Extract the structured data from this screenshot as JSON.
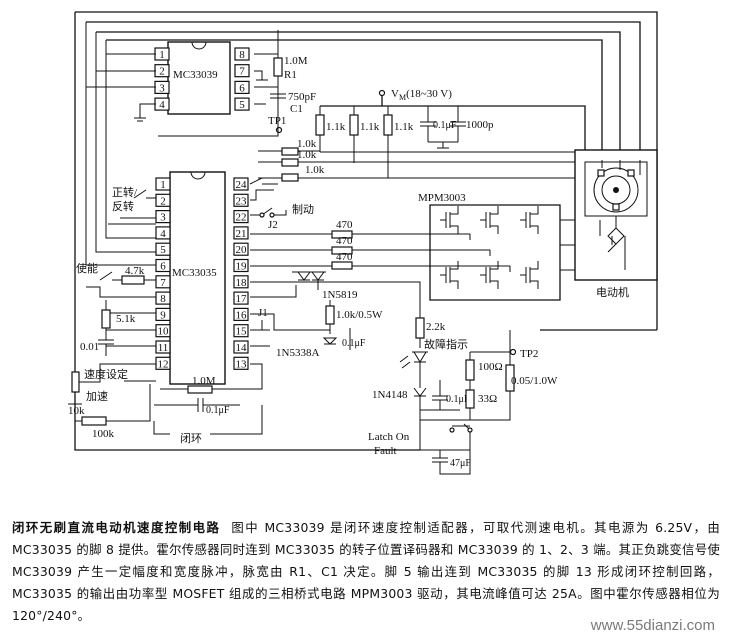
{
  "diagram": {
    "ic_mc33039": {
      "name": "MC33039",
      "left_pins": [
        "1",
        "2",
        "3",
        "4"
      ],
      "right_pins": [
        "8",
        "7",
        "6",
        "5"
      ]
    },
    "ic_mc33035": {
      "name": "MC33035",
      "left_pins": [
        "1",
        "2",
        "3",
        "4",
        "5",
        "6",
        "7",
        "8",
        "9",
        "10",
        "11",
        "12"
      ],
      "right_pins": [
        "24",
        "23",
        "22",
        "21",
        "20",
        "19",
        "18",
        "17",
        "16",
        "15",
        "14",
        "13"
      ]
    },
    "r1": {
      "value": "1.0M",
      "ref": "R1"
    },
    "c1": {
      "value": "750pF",
      "ref": "C1"
    },
    "tp1": "TP1",
    "supply": "V",
    "supply_sub": "M",
    "supply_range": "(18~30 V)",
    "pullups": [
      "1.1k",
      "1.1k",
      "1.1k"
    ],
    "cap_supply_small": "0.1μF",
    "cap_supply_big": "1000p",
    "hall_res": [
      "1.0k",
      "1.0k",
      "1.0k"
    ],
    "dir_label": [
      "正转/",
      "反转"
    ],
    "brake_label": "制动",
    "j2": "J2",
    "gate_res": [
      "470",
      "470",
      "470"
    ],
    "mpm": "MPM3003",
    "motor": "电动机",
    "enable_label": "使能",
    "r_47k": "4.7k",
    "diode_1n5819": "1N5819",
    "r_51k": "5.1k",
    "c_001": "0.01",
    "r_10k05": "1.0k/0.5W",
    "zener_1n5338": "1N5338A",
    "c_01uF": "0.1μF",
    "j1": "J1",
    "speed_set": "速度设定",
    "accel": "加速",
    "pot_10k": "10k",
    "r_10m": "1.0M",
    "c_01uF_b": "0.1μF",
    "r_100k": "100k",
    "closed_loop": "闭环",
    "r_22k": "2.2k",
    "fault_ind": "故障指示",
    "tp2": "TP2",
    "r_100": "100Ω",
    "r_sense": "0.05/1.0W",
    "d_1n4148": "1N4148",
    "c_01uF_c": "0.1μF",
    "r_33": "33Ω",
    "latch": [
      "Latch On",
      "Fault"
    ],
    "c_47uF": "47μF"
  },
  "caption": {
    "title": "闭环无刷直流电动机速度控制电路",
    "body": "图中 MC33039 是闭环速度控制适配器，可取代测速电机。其电源为 6.25V，由 MC33035 的脚 8 提供。霍尔传感器同时连到 MC33035 的转子位置译码器和 MC33039 的 1、2、3 端。其正负跳变信号使 MC33039 产生一定幅度和宽度脉冲，脉宽由 R1、C1 决定。脚 5 输出连到 MC33035 的脚 13 形成闭环控制回路，MC33035 的输出由功率型 MOSFET 组成的三相桥式电路 MPM3003 驱动，其电流峰值可达 25A。图中霍尔传感器相位为 120°/240°。"
  },
  "watermark": "www.55dianzi.com"
}
